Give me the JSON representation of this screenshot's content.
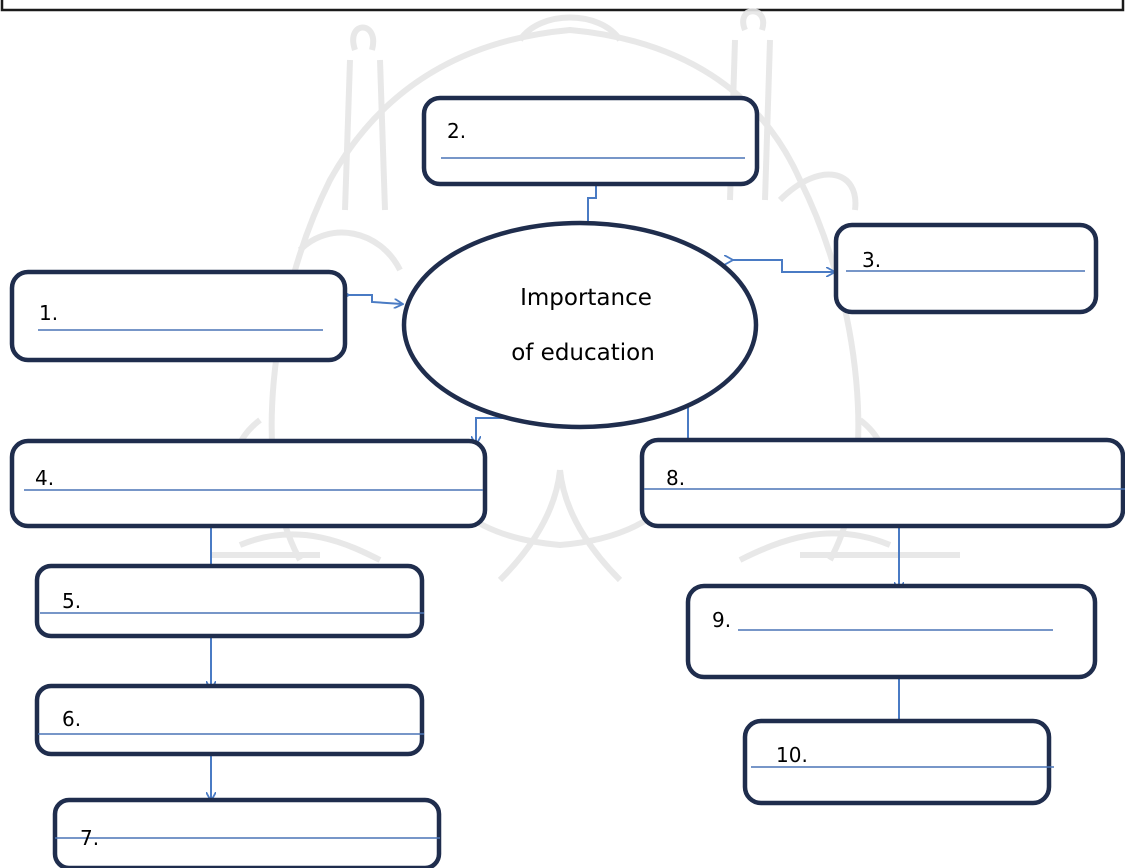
{
  "center_topic": {
    "line1": "Importance",
    "line2": "of education"
  },
  "boxes": [
    {
      "label": "1."
    },
    {
      "label": "2."
    },
    {
      "label": "3."
    },
    {
      "label": "4."
    },
    {
      "label": "5."
    },
    {
      "label": "6."
    },
    {
      "label": "7."
    },
    {
      "label": "8."
    },
    {
      "label": "9."
    },
    {
      "label": "10."
    }
  ],
  "colors": {
    "box_border": "#1f2d4d",
    "connector": "#4a7bc4",
    "write_line": "#4a74b5",
    "watermark": "#e6e6e6"
  },
  "watermark": {
    "icon": "ganesha-emblem-watermark"
  }
}
